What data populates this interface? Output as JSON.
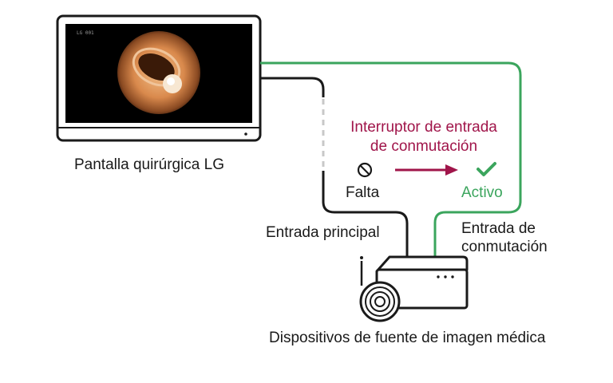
{
  "monitor": {
    "label": "Pantalla quirúrgica LG",
    "screen_overlay_text": "LG 001",
    "icon": "surgical-monitor-icon"
  },
  "switch": {
    "title_line1": "Interruptor de entrada",
    "title_line2": "de conmutación",
    "missing_label": "Falta",
    "active_label": "Activo",
    "missing_icon": "prohibited-icon",
    "active_icon": "check-icon",
    "arrow_icon": "arrow-right-icon"
  },
  "inputs": {
    "main_label": "Entrada principal",
    "switch_label_line1": "Entrada de",
    "switch_label_line2": "conmutación"
  },
  "source": {
    "label": "Dispositivos de fuente de imagen médica",
    "icon": "medical-image-source-device-icon"
  },
  "colors": {
    "accent_red": "#a0154a",
    "active_green": "#3ba55d",
    "line_dark": "#1a1a1a",
    "line_dash": "#c8c8c8"
  }
}
